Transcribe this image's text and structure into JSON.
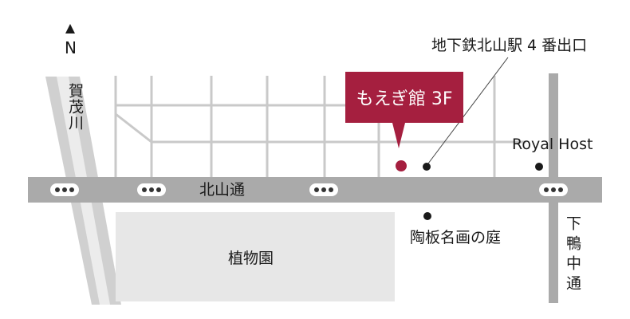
{
  "compass": {
    "north_label": "N"
  },
  "river": {
    "name": "賀茂川"
  },
  "main_road": {
    "name": "北山通"
  },
  "cross_road": {
    "name": "下鴨中通"
  },
  "park": {
    "name": "植物園"
  },
  "destination": {
    "name": "もえぎ館 3F"
  },
  "landmarks": {
    "subway_exit": "地下鉄北山駅 4 番出口",
    "royal_host": "Royal Host",
    "toban_garden": "陶板名画の庭"
  },
  "colors": {
    "road": "#aaaaaa",
    "park": "#e7e7e7",
    "river": "#cccccc",
    "streets": "#c9c9c9",
    "accent": "#a51f3f"
  }
}
